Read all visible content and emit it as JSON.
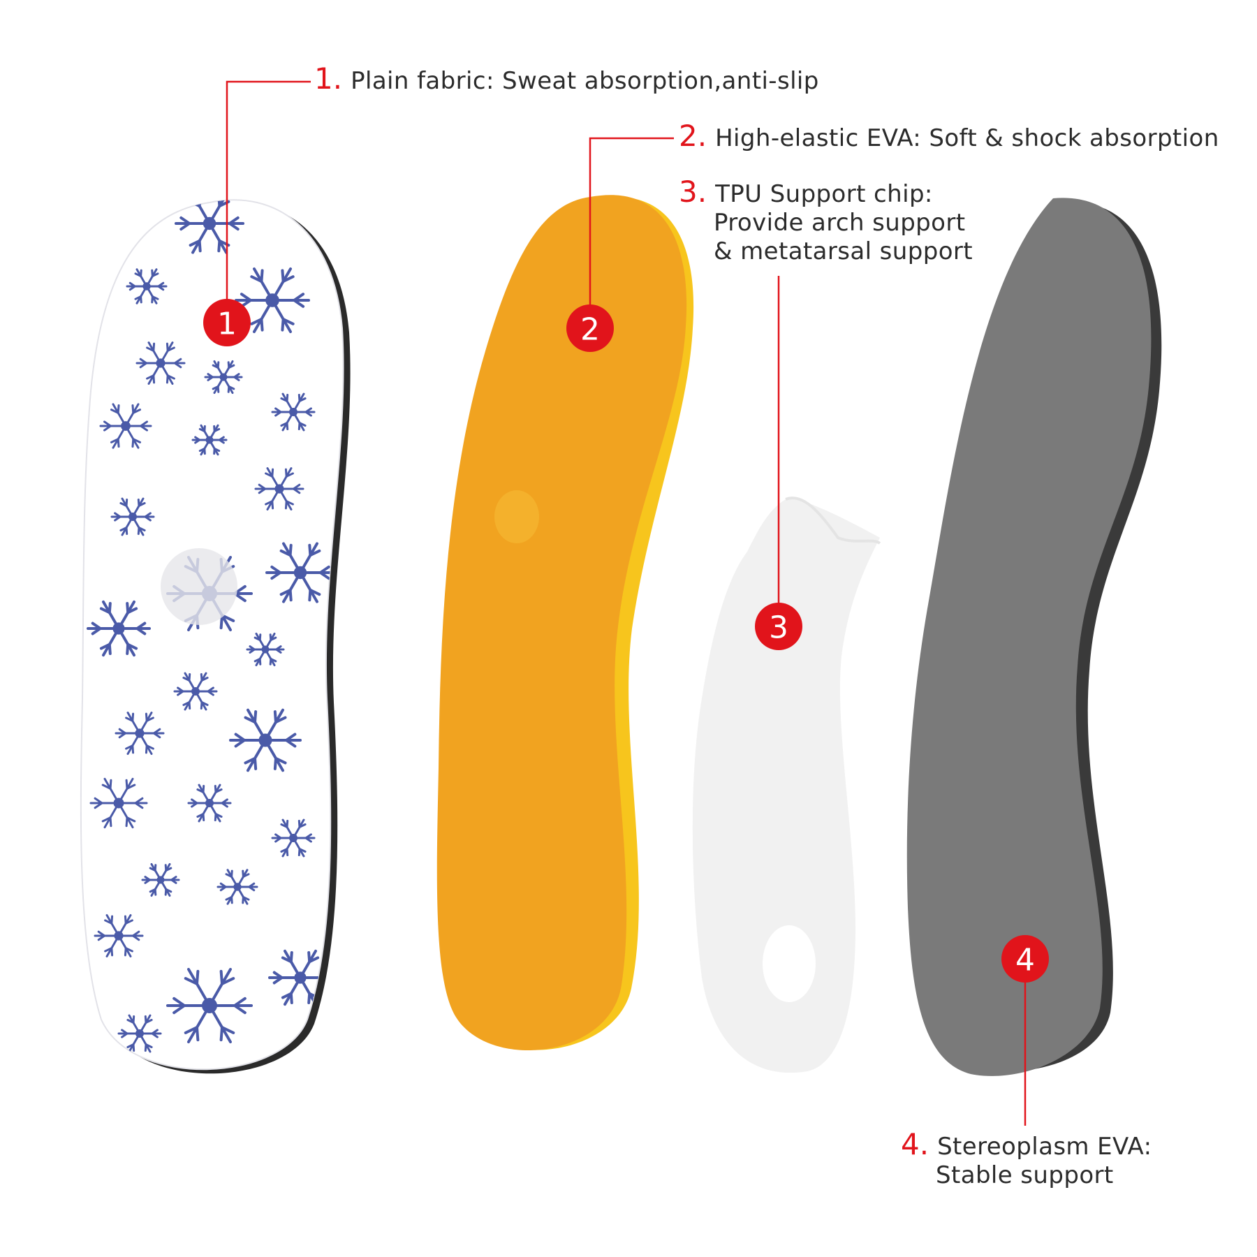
{
  "colors": {
    "accent_red": "#e1141b",
    "text": "#2b2b2b",
    "snowflake_blue": "#4a5aa8",
    "eva_orange": "#f1a320",
    "eva_orange_edge": "#f7c51d",
    "tpu_white": "#f1f1f1",
    "stereoplasm_gray": "#7a7a7a",
    "stereoplasm_edge": "#3a3a3a"
  },
  "layers": [
    {
      "marker": "1",
      "number": "1.",
      "lines": [
        "Plain fabric: Sweat absorption,anti-slip"
      ],
      "pattern": "snowflake"
    },
    {
      "marker": "2",
      "number": "2.",
      "lines": [
        "High-elastic EVA: Soft & shock absorption"
      ]
    },
    {
      "marker": "3",
      "number": "3.",
      "lines": [
        "TPU Support chip:",
        "Provide arch support",
        "& metatarsal support"
      ]
    },
    {
      "marker": "4",
      "number": "4.",
      "lines": [
        "Stereoplasm EVA:",
        "Stable support"
      ]
    }
  ]
}
